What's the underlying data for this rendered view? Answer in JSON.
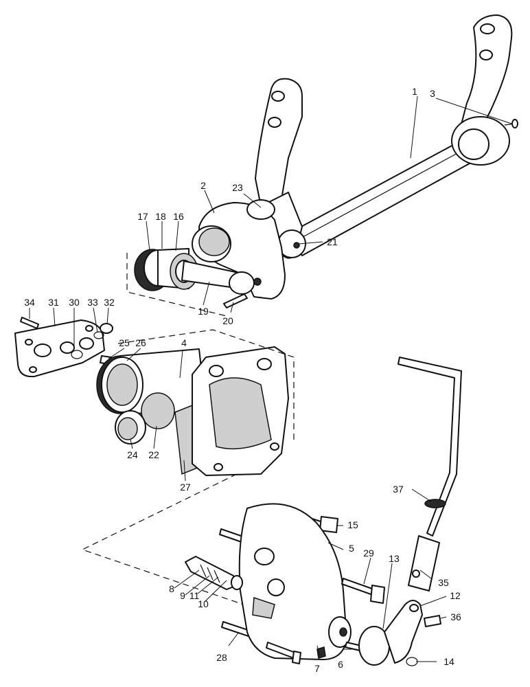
{
  "diagram": {
    "part_numbers": [
      "1",
      "2",
      "3",
      "4",
      "5",
      "6",
      "7",
      "8",
      "9",
      "10",
      "11",
      "12",
      "13",
      "14",
      "15",
      "16",
      "17",
      "18",
      "19",
      "20",
      "21",
      "22",
      "23",
      "24",
      "25",
      "26",
      "27",
      "28",
      "29",
      "30",
      "31",
      "32",
      "33",
      "34",
      "35",
      "36",
      "37"
    ]
  }
}
